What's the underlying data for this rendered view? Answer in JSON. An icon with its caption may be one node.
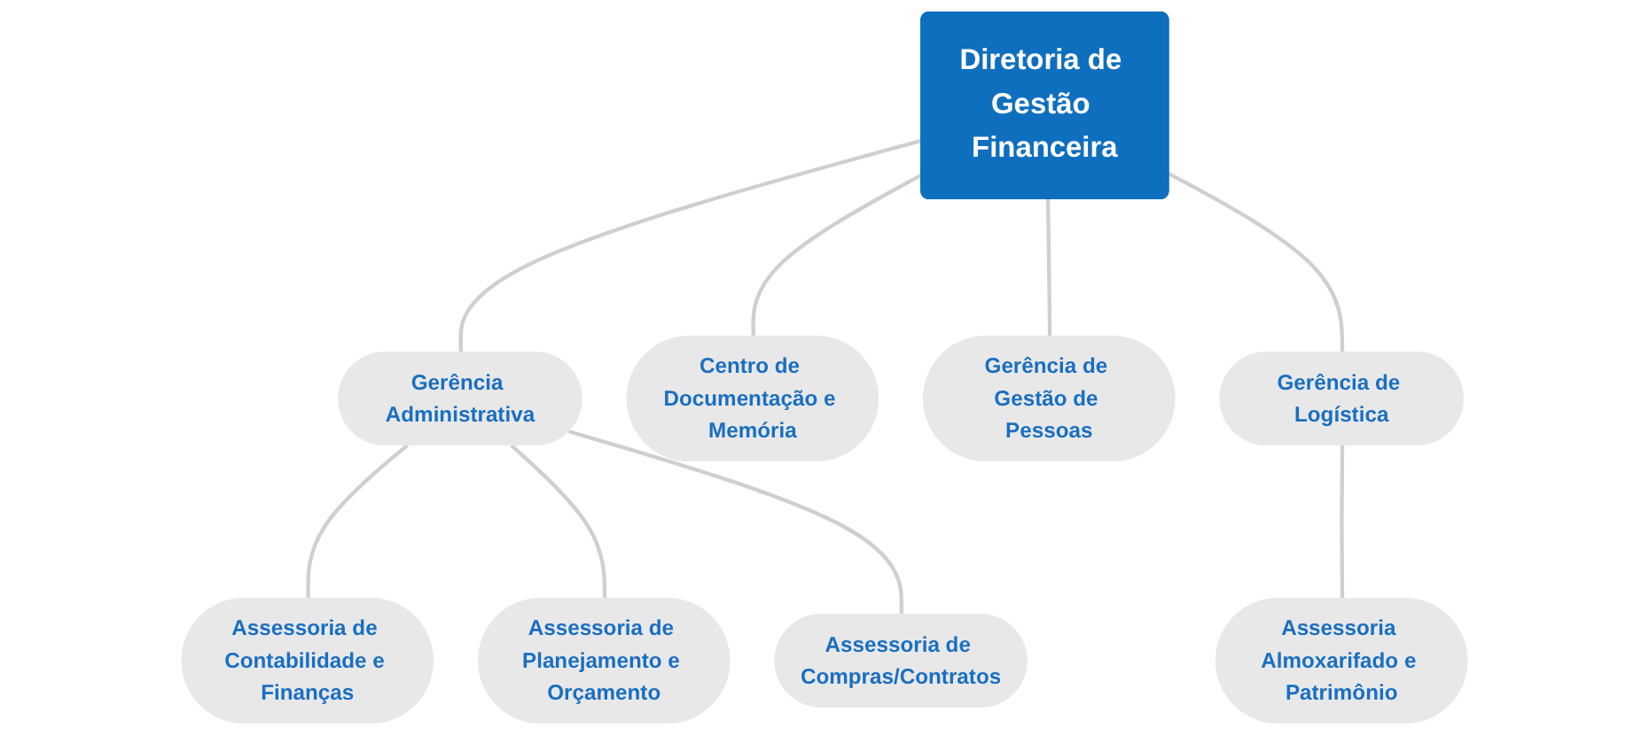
{
  "diagram": {
    "nodes": [
      {
        "text": [
          "Diretoria de Gestão Financeira"
        ]
      },
      {
        "text": [
          "Gerência Administrativa"
        ]
      },
      {
        "text": [
          "Centro de Documentação e Memória"
        ]
      },
      {
        "text": [
          "Gerência de Gestão de Pessoas"
        ]
      },
      {
        "text": [
          "Gerência de Logística"
        ]
      },
      {
        "text": [
          "Assessoria de Contabilidade e Finanças"
        ]
      },
      {
        "text": [
          "Assessoria de Planejamento e Orçamento"
        ]
      },
      {
        "text": [
          "Assessoria de Compras/Contratos"
        ]
      },
      {
        "text": [
          "Assessoria Almoxarifado e Patrimônio"
        ]
      }
    ],
    "edges": [
      {
        "from": 0,
        "to": 1,
        "arrow": "none"
      },
      {
        "from": 0,
        "to": 2,
        "arrow": "none"
      },
      {
        "from": 0,
        "to": 3,
        "arrow": "none"
      },
      {
        "from": 0,
        "to": 4,
        "arrow": "none"
      },
      {
        "from": 1,
        "to": 5,
        "arrow": "none"
      },
      {
        "from": 1,
        "to": 6,
        "arrow": "none"
      },
      {
        "from": 1,
        "to": 7,
        "arrow": "none"
      },
      {
        "from": 4,
        "to": 8,
        "arrow": "none"
      }
    ]
  }
}
